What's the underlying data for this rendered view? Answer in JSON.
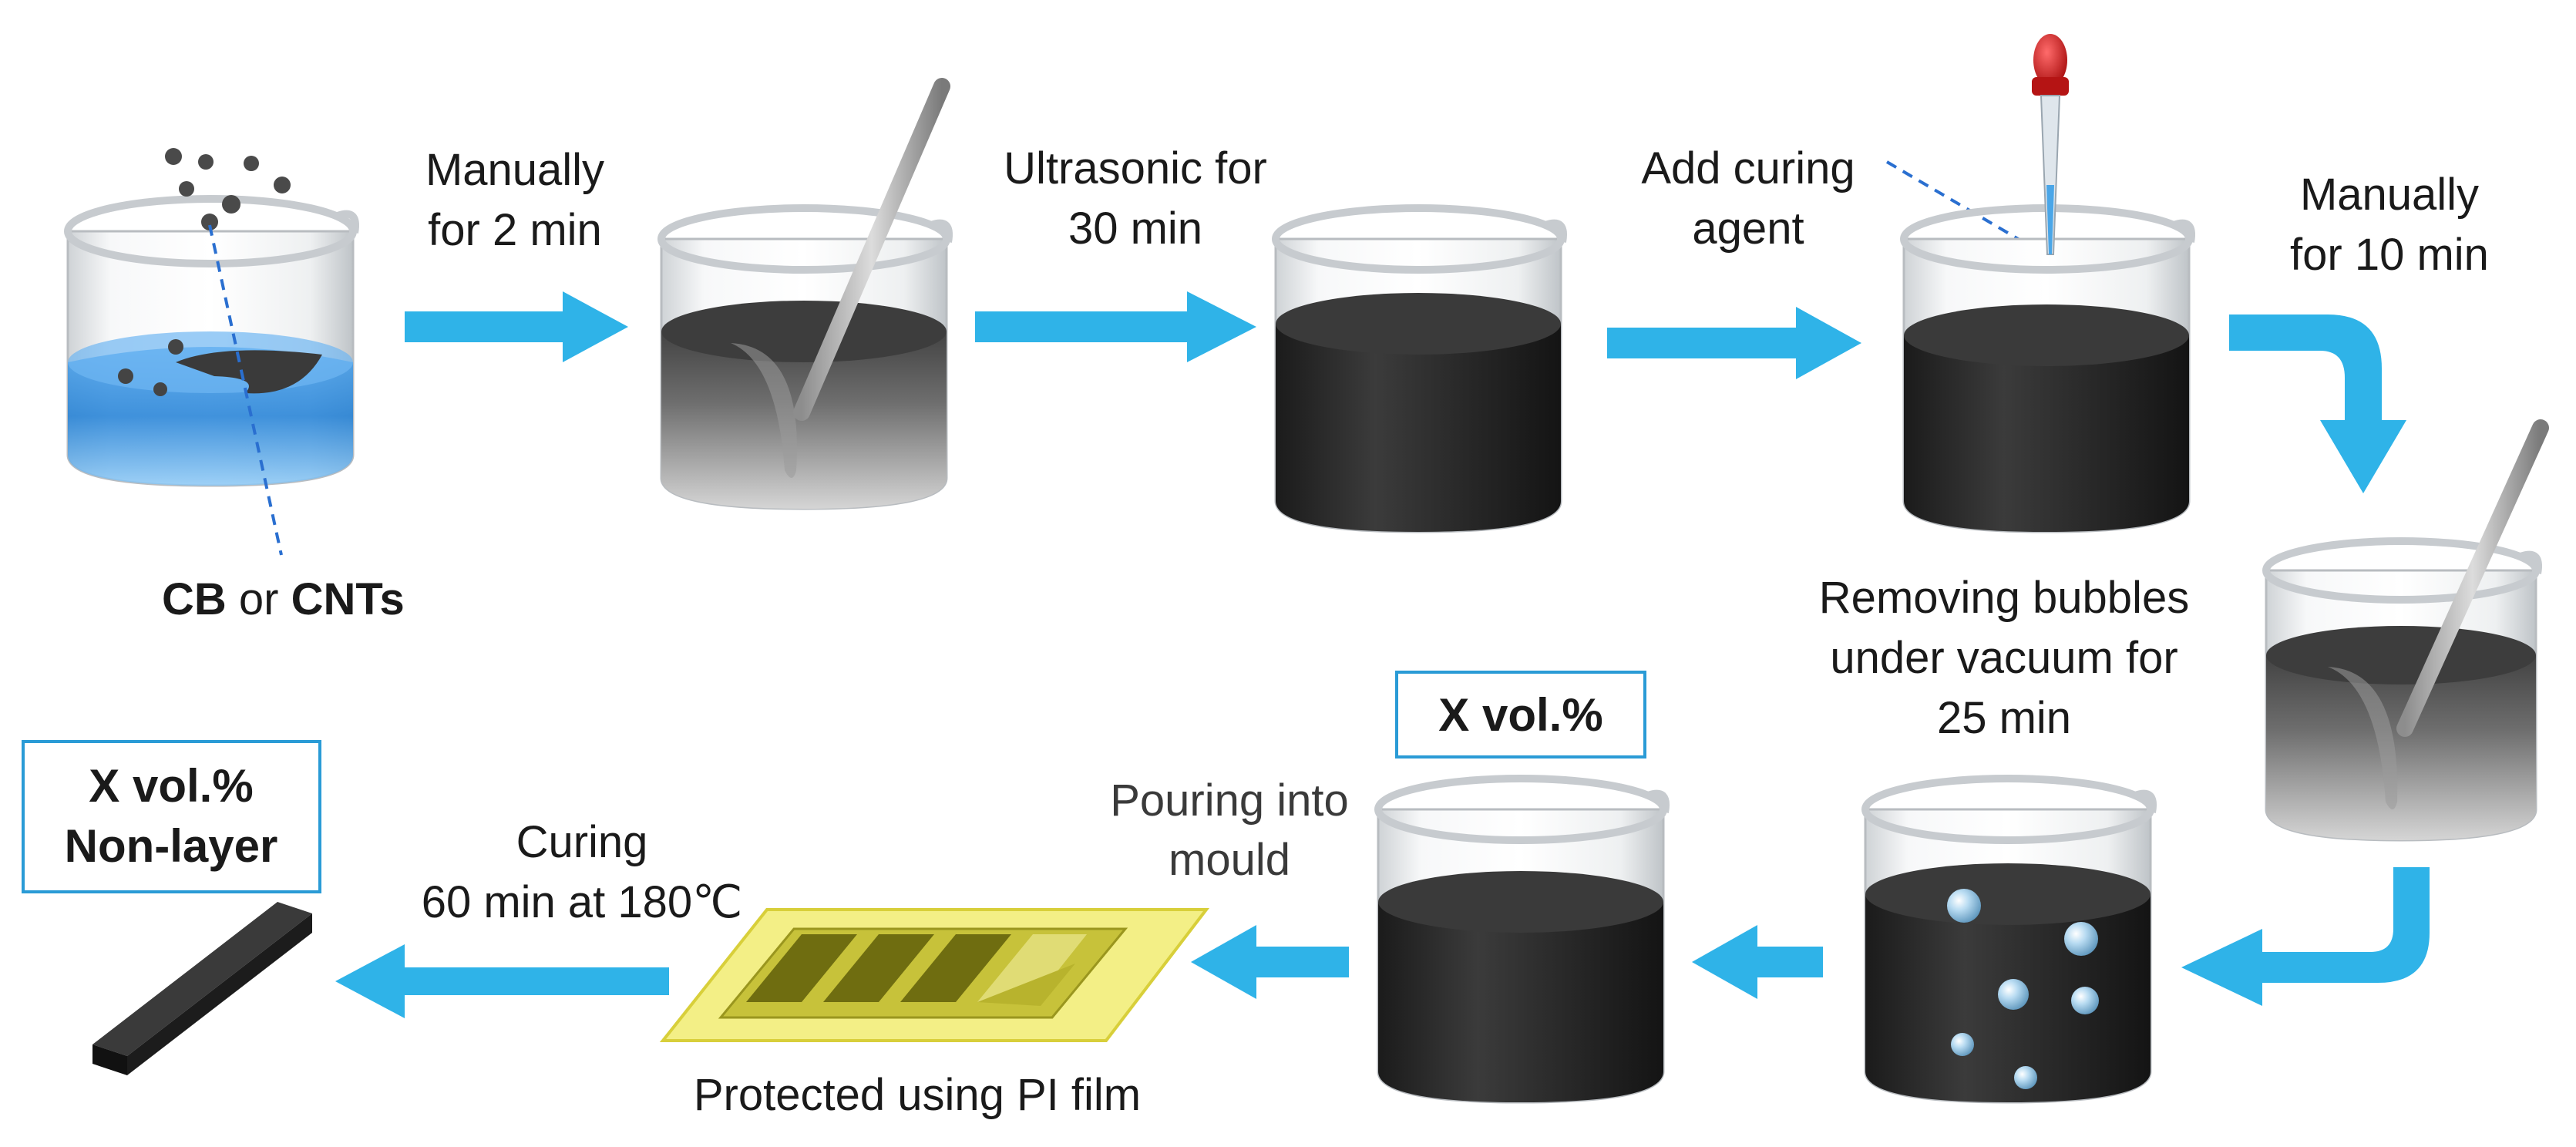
{
  "colors": {
    "arrow": "#2fb3e8",
    "box_border": "#2a9bd6",
    "liquid_dark": "#2b2b2b",
    "solvent_blue": "#2f8fe0",
    "film": "#f3ef86"
  },
  "steps": {
    "cb_label": {
      "part1": "CB",
      "part2": " or ",
      "part3": "CNTs"
    },
    "manual_2min": {
      "line1": "Manually",
      "line2": "for 2 min"
    },
    "ultrasonic": {
      "line1": "Ultrasonic for",
      "line2": "30 min"
    },
    "curing_agent": {
      "line1": "Add curing",
      "line2": "agent"
    },
    "manual_10min": {
      "line1": "Manually",
      "line2": "for 10 min"
    },
    "bubbles": {
      "line1": "Removing bubbles",
      "line2": "under vacuum for",
      "line3": "25 min"
    },
    "xvol_box": "X vol.%",
    "pouring": {
      "line1": "Pouring into",
      "line2": "mould"
    },
    "curing": {
      "line1": "Curing",
      "line2": "60 min at 180℃"
    },
    "protected": "Protected using PI film",
    "result_box": {
      "line1": "X vol.%",
      "line2": "Non-layer"
    }
  },
  "icons": [
    "beaker-icon",
    "stirring-rod-icon",
    "dropper-icon",
    "bubble-icon",
    "mould-icon",
    "composite-strip-icon",
    "arrow-icon"
  ]
}
